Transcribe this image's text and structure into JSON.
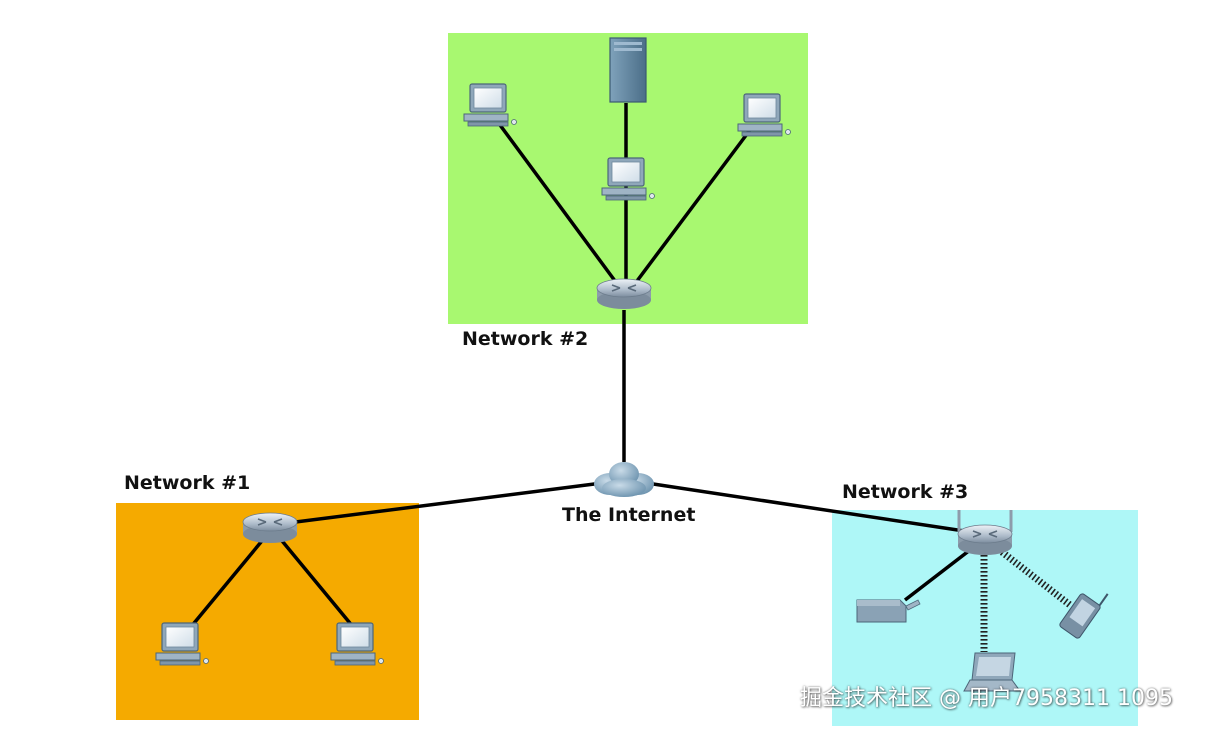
{
  "networks": [
    {
      "label": "Network #1",
      "color": "#f5aa00"
    },
    {
      "label": "Network #2",
      "color": "#a8f870"
    },
    {
      "label": "Network #3",
      "color": "#aef7f7"
    }
  ],
  "internet": {
    "label": "The Internet"
  },
  "watermark": {
    "text": "掘金技术社区 @ 用户7958311 1095"
  },
  "icons": {
    "router": "router-icon",
    "wireless_router": "wireless-router-icon",
    "pc": "desktop-pc-icon",
    "server": "server-icon",
    "cloud": "cloud-icon",
    "printer": "printer-icon",
    "pda": "pda-icon",
    "laptop": "laptop-icon"
  }
}
